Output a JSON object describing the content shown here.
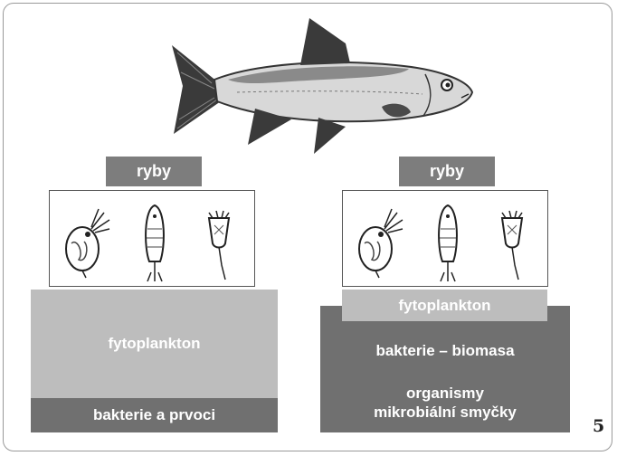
{
  "left_chain": {
    "top_label": "ryby",
    "middle_label": "fytoplankton",
    "bottom_label": "bakterie a prvoci"
  },
  "right_chain": {
    "top_label": "ryby",
    "upper_label": "fytoplankton",
    "biomass_label": "bakterie – biomasa",
    "organisms_line1": "organismy",
    "organisms_line2": "mikrobiální smyčky"
  },
  "page_number": "5",
  "colors": {
    "label_box": "#7d7d7d",
    "light_block": "#bdbdbd",
    "dark_block": "#707070"
  }
}
